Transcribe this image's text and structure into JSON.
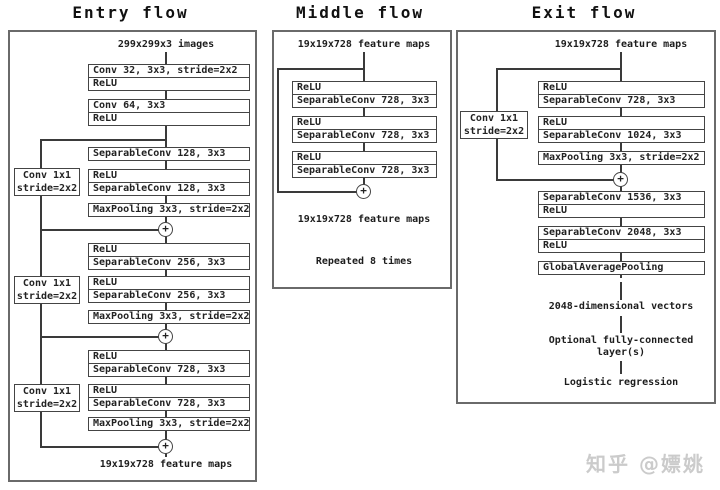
{
  "watermark": "知乎 @嫖姚",
  "plus": "+",
  "colors": {
    "line": "#3a3a3a",
    "box_border": "#444444",
    "outer_border": "#6a6a6a",
    "watermark": "#cbcbcb"
  },
  "entry": {
    "title": "Entry flow",
    "top_label": "299x299x3 images",
    "bottom_label": "19x19x728 feature maps",
    "skip1": [
      "Conv 1x1",
      "stride=2x2"
    ],
    "skip2": [
      "Conv 1x1",
      "stride=2x2"
    ],
    "skip3": [
      "Conv 1x1",
      "stride=2x2"
    ],
    "boxes": {
      "conv32": [
        "Conv 32, 3x3, stride=2x2",
        "ReLU"
      ],
      "conv64": [
        "Conv 64, 3x3",
        "ReLU"
      ],
      "sep128a": [
        "SeparableConv 128, 3x3"
      ],
      "sep128b": [
        "ReLU",
        "SeparableConv 128, 3x3"
      ],
      "pool1": [
        "MaxPooling 3x3, stride=2x2"
      ],
      "sep256a": [
        "ReLU",
        "SeparableConv 256, 3x3"
      ],
      "sep256b": [
        "ReLU",
        "SeparableConv 256, 3x3"
      ],
      "pool2": [
        "MaxPooling 3x3, stride=2x2"
      ],
      "sep728a": [
        "ReLU",
        "SeparableConv 728, 3x3"
      ],
      "sep728b": [
        "ReLU",
        "SeparableConv 728, 3x3"
      ],
      "pool3": [
        "MaxPooling 3x3, stride=2x2"
      ]
    }
  },
  "middle": {
    "title": "Middle flow",
    "top_label": "19x19x728 feature maps",
    "bottom_label": "19x19x728 feature maps",
    "repeat_note": "Repeated 8 times",
    "boxes": {
      "sep1": [
        "ReLU",
        "SeparableConv 728, 3x3"
      ],
      "sep2": [
        "ReLU",
        "SeparableConv 728, 3x3"
      ],
      "sep3": [
        "ReLU",
        "SeparableConv 728, 3x3"
      ]
    }
  },
  "exit": {
    "title": "Exit flow",
    "top_label": "19x19x728 feature maps",
    "skip": [
      "Conv 1x1",
      "stride=2x2"
    ],
    "boxes": {
      "sep728": [
        "ReLU",
        "SeparableConv 728, 3x3"
      ],
      "sep1024": [
        "ReLU",
        "SeparableConv 1024, 3x3"
      ],
      "pool": [
        "MaxPooling 3x3, stride=2x2"
      ],
      "sep1536": [
        "SeparableConv 1536, 3x3",
        "ReLU"
      ],
      "sep2048": [
        "SeparableConv 2048, 3x3",
        "ReLU"
      ],
      "gap": [
        "GlobalAveragePooling"
      ]
    },
    "labels": {
      "vectors": "2048-dimensional vectors",
      "fc_line1": "Optional fully-connected",
      "fc_line2": "layer(s)",
      "logreg": "Logistic regression"
    }
  }
}
